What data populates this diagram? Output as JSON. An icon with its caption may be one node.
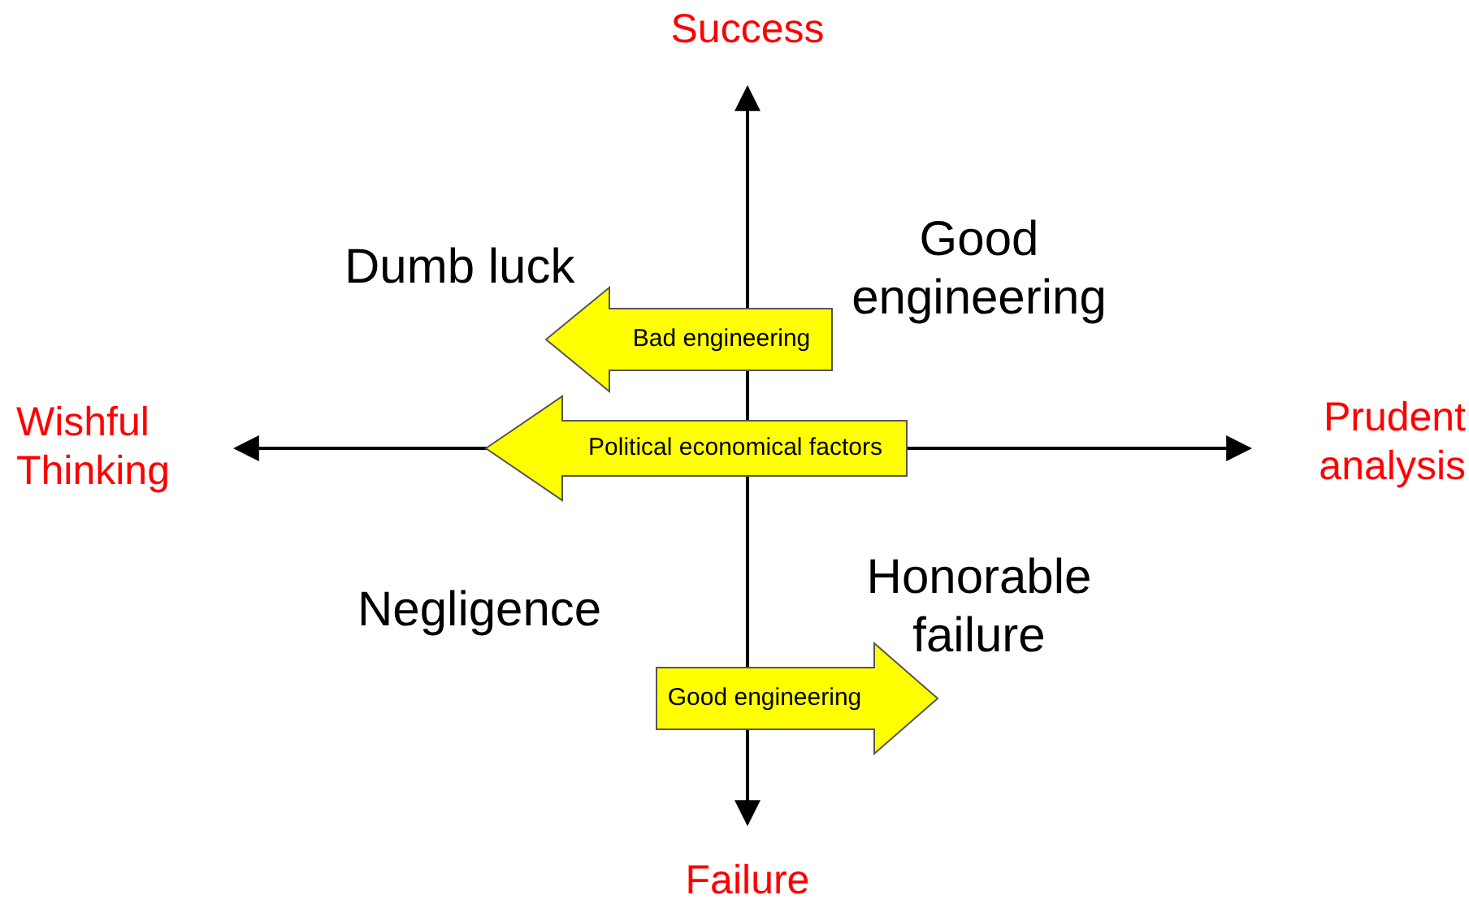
{
  "diagram": {
    "nodes": [
      {
        "text": [
          "Bad engineering"
        ]
      },
      {
        "text": [
          "Political economical factors"
        ]
      },
      {
        "text": [
          "Good engineering"
        ]
      }
    ],
    "edges": [],
    "labels": [
      "Success",
      "Dumb luck",
      "Good engineering",
      "Wishful Thinking",
      "Prudent analysis",
      "Negligence",
      "Honorable failure",
      "Failure"
    ]
  }
}
